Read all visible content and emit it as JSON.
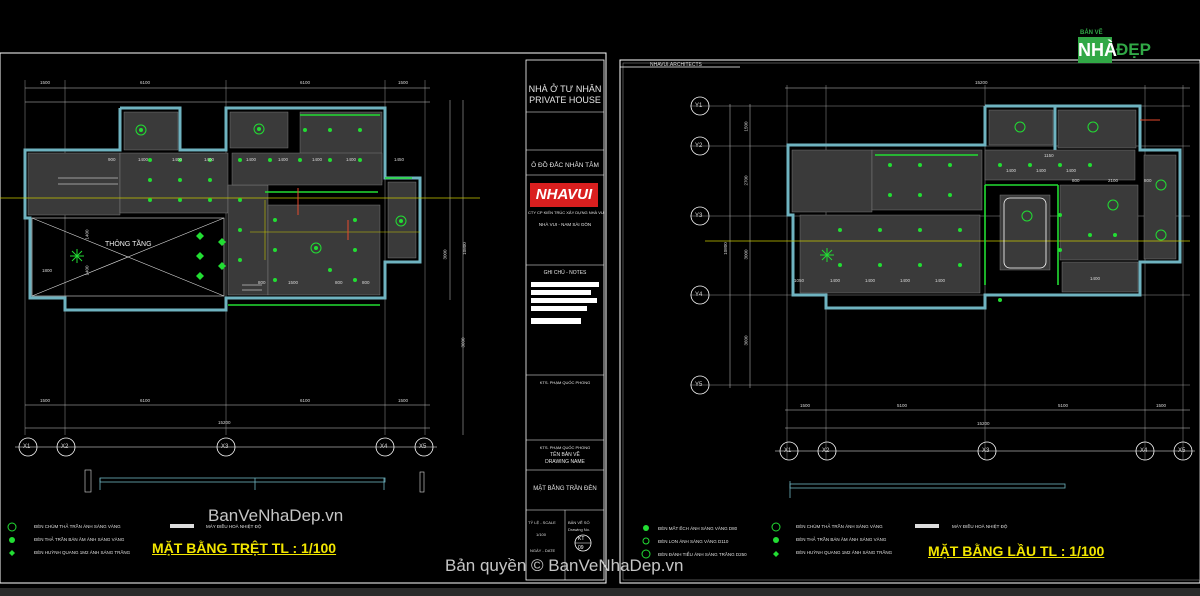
{
  "watermarks": {
    "main": "BanVeNhaDep.vn",
    "copyright": "Bản quyền © BanVeNhaDep.vn"
  },
  "logo": {
    "top": "BẢN VẼ",
    "box": "NHÀ",
    "text": "ĐẸP"
  },
  "plans": {
    "left": {
      "title": "MẶT BẰNG TRỆT TL : 1/100",
      "room_label": "THÔNG TẦNG",
      "dims_top": [
        "1500",
        "6100",
        "6100",
        "1500"
      ],
      "dims_bottom": [
        "1500",
        "6100",
        "6100",
        "1500"
      ],
      "dims_total": "15200",
      "grid_labels": [
        "X1",
        "X2",
        "X3",
        "X4",
        "X5"
      ],
      "dims_inner": [
        "900",
        "1400",
        "1400",
        "1400",
        "1400",
        "1400",
        "1400",
        "1400",
        "1450"
      ],
      "dims_right": [
        "3000",
        "10800",
        "3600"
      ],
      "dims_misc": [
        "1800",
        "1400",
        "1400",
        "800",
        "1500",
        "800",
        "800"
      ]
    },
    "right": {
      "title": "MẶT BẰNG LẦU TL : 1/100",
      "header": "NHAVUI.ARCHITECTS",
      "dims_top": "15200",
      "dims_bottom": [
        "1500",
        "5100",
        "5100",
        "1500"
      ],
      "dims_total": "15200",
      "grid_x": [
        "X1",
        "X2",
        "X3",
        "X4",
        "X5"
      ],
      "grid_y": [
        "Y1",
        "Y2",
        "Y3",
        "Y4",
        "Y5"
      ],
      "dims_left": [
        "1500",
        "2700",
        "3000",
        "10800",
        "3600"
      ],
      "dims_inner": [
        "1400",
        "1400",
        "1400",
        "1150",
        "800",
        "2100",
        "800",
        "1050",
        "1400",
        "1400",
        "1400",
        "1400",
        "1400"
      ]
    }
  },
  "title_block": {
    "project_vn": "NHÀ Ở TƯ NHÂN",
    "project_en": "PRIVATE HOUSE",
    "address": "Ô ĐỒ ĐẮC NHÂN TÂM",
    "brand": "NHAVUI",
    "company": "CTY CP KIẾN TRÚC XÂY DỰNG NHÀ VUI",
    "company_sub": "NHÀ VUI - NAM SÀI GÒN",
    "notes_header": "GHI CHÚ - NOTES",
    "architect_1": "KTS. PHẠM QUỐC PHONG",
    "architect_2": "KTS. PHẠM QUỐC PHONG",
    "drawing_name_label": "TÊN BẢN VẼ",
    "drawing_name_en": "DRAWING NAME",
    "drawing_name": "MẶT BẰNG TRẦN ĐÈN",
    "scale_label": "TỶ LỆ - SCALE",
    "scale": "1/100",
    "sheet_label": "BẢN VẼ SỐ",
    "sheet_en": "Drawing No.",
    "date_label": "NGÀY - DATE",
    "sheet_code": "KT",
    "sheet_num": "09"
  },
  "legend_left": {
    "items": [
      "ĐÈN CHÙM THẢ TRẦN ÁNH SÁNG VÀNG",
      "ĐÈN THẢ TRẦN BÁN ÂM ÁNH SÁNG VÀNG",
      "ĐÈN HUỲNH QUANG 1M2 ÁNH SÁNG TRẮNG"
    ],
    "extra": "MÁY ĐIỀU HOÀ NHIỆT ĐỘ"
  },
  "legend_right": {
    "items": [
      "ĐÈN MẮT ẾCH ÁNH SÁNG VÀNG D80",
      "ĐÈN LON ÁNH SÁNG VÀNG D110",
      "ĐÈN ĐÁNH TIỂU ÁNH SÁNG TRẮNG D250"
    ],
    "items2": [
      "ĐÈN CHÙM THẢ TRẦN ÁNH SÁNG VÀNG",
      "ĐÈN THẢ TRẦN BÁN ÂM ÁNH SÁNG VÀNG",
      "ĐÈN HUỲNH QUANG 1M2 ÁNH SÁNG TRẮNG"
    ],
    "extra": "MÁY ĐIỀU HOÀ NHIỆT ĐỘ"
  },
  "colors": {
    "wall": "#6fb3c0",
    "light": "#22dd33",
    "dim": "#e8e8e8",
    "title": "#f2e600",
    "frame": "#ffffff"
  }
}
